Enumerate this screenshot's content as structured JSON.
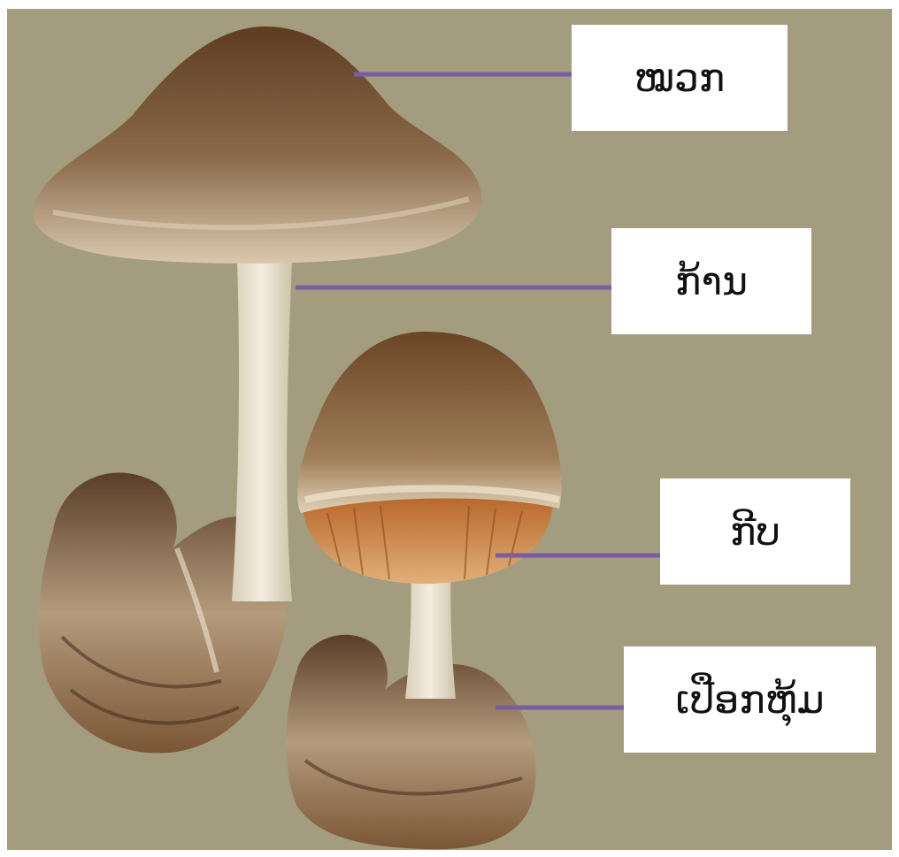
{
  "colors": {
    "background": "#a39c7e",
    "frame": "#ffffff",
    "leader_line": "#7a5ca3",
    "cap_dark": "#6e4a2e",
    "cap_light": "#c9b69a",
    "stem": "#ece4d2",
    "gill": "#c77a3a",
    "volva": "#8a6a48"
  },
  "labels": {
    "cap": "ໝວກ",
    "stem": "ກ້ານ",
    "gill": "ກີບ",
    "volva": "ເປືອກຫຸ້ມ"
  }
}
